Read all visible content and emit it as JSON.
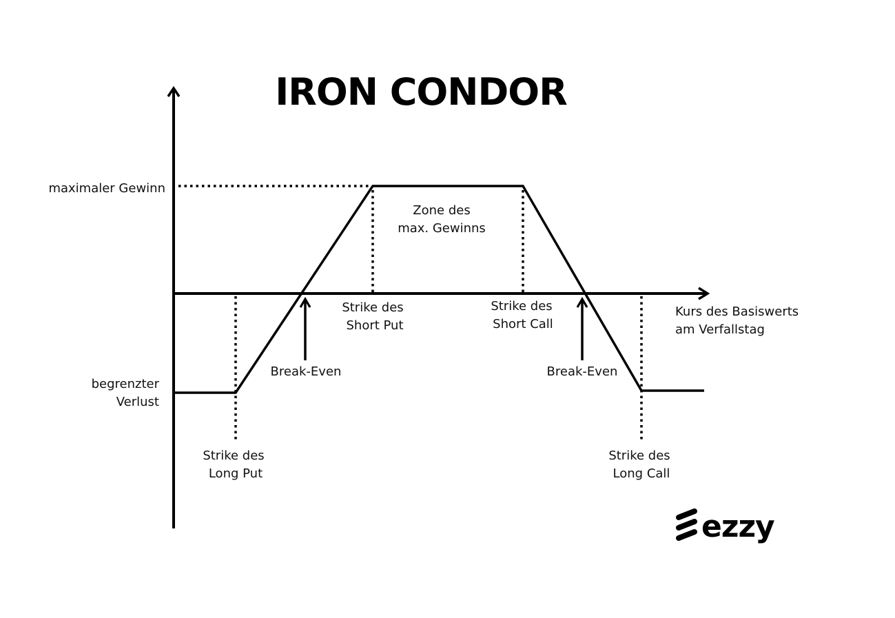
{
  "title": "IRON CONDOR",
  "y_labels": {
    "max_gain": "maximaler Gewinn",
    "limited_loss_line1": "begrenzter",
    "limited_loss_line2": "Verlust"
  },
  "x_axis_label": {
    "line1": "Kurs des Basiswerts",
    "line2": "am Verfallstag"
  },
  "zone_label": {
    "line1": "Zone des",
    "line2": "max.  Gewinns"
  },
  "strikes": {
    "long_put": {
      "line1": "Strike des",
      "line2": "Long Put"
    },
    "short_put": {
      "line1": "Strike des",
      "line2": "Short Put"
    },
    "short_call": {
      "line1": "Strike des",
      "line2": "Short Call"
    },
    "long_call": {
      "line1": "Strike des",
      "line2": "Long Call"
    }
  },
  "break_even": {
    "left": "Break-Even",
    "right": "Break-Even"
  },
  "logo": {
    "text": "ezzy",
    "icon": "ezzy-stripes-icon"
  },
  "colors": {
    "ink": "#000000",
    "text": "#111111",
    "background": "#ffffff"
  }
}
